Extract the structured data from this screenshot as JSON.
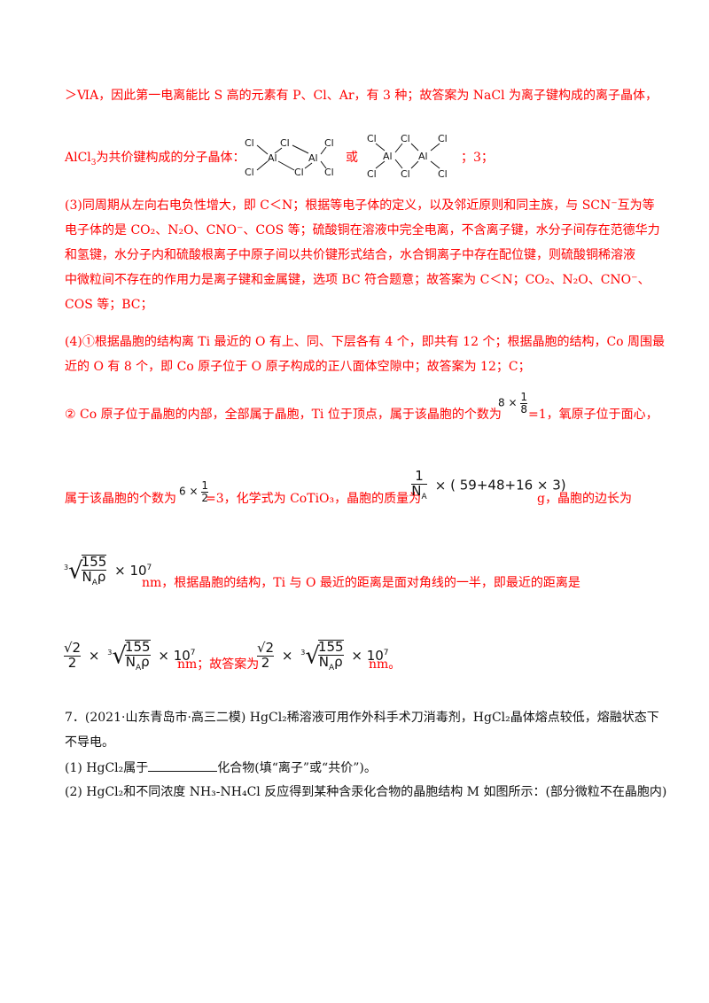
{
  "solution": {
    "line1": "＞ⅥA，因此第一电离能比 S 高的元素有 P、Cl、Ar，有 3 种；故答案为 NaCl 为离子键构成的离子晶体，",
    "line2_pre": "AlCl",
    "line2_sub": "3",
    "line2_post": "为共价键构成的分子晶体：",
    "or_text": "或",
    "line2_end": "；3；",
    "p3": [
      "(3)同周期从左向右电负性增大，即 C＜N；根据等电子体的定义，以及邻近原则和同主族，与 SCN⁻互为等",
      "电子体的是 CO₂、N₂O、CNO⁻、COS 等；硫酸铜在溶液中完全电离，不含离子键，水分子间存在范德华力",
      "和氢键，水分子内和硫酸根离子中原子间以共价键形式结合，水合铜离子中存在配位键，则硫酸铜稀溶液",
      "中微粒间不存在的作用力是离子键和金属键，选项 BC 符合题意；故答案为 C＜N；CO₂、N₂O、CNO⁻、",
      "COS 等；BC；"
    ],
    "p4": [
      "(4)①根据晶胞的结构离 Ti 最近的 O 有上、同、下层各有 4 个，即共有 12 个；根据晶胞的结构，Co 周围最",
      "近的 O 有 8 个，即 Co 原子位于 O 原子构成的正八面体空隙中；故答案为 12；C；"
    ],
    "p5_pre": "② Co 原子位于晶胞的内部，全部属于晶胞，Ti 位于顶点，属于该晶胞的个数为",
    "p5_post": "=1，氧原子位于面心，",
    "p6_pre": "属于该晶胞的个数为",
    "p6_mid": "=3，化学式为 CoTiO₃，晶胞的质量为",
    "p6_post": "g，晶胞的边长为",
    "p7_post": "nm，根据晶胞的结构，Ti 与 O 最近的距离是面对角线的一半，即最近的距离是",
    "p8_mid": "nm；故答案为",
    "p8_end": "nm。"
  },
  "math": {
    "eight": "8",
    "times": "×",
    "one": "1",
    "six": "6",
    "two": "2",
    "na": "N",
    "na_sub": "A",
    "mass_expr": "( 59+48+16 × 3)",
    "root_index": "3",
    "num155": "155",
    "rho": "ρ",
    "ten": "10",
    "exp7": "7",
    "sqrt2": "√2"
  },
  "question7": {
    "line1": "7．(2021·山东青岛市·高三二模) HgCl₂稀溶液可用作外科手术刀消毒剂，HgCl₂晶体熔点较低，熔融状态下",
    "line2": "不导电。",
    "q1_pre": "(1) HgCl₂属于",
    "q1_post": "化合物(填“离子”或“共价”)。",
    "q2": "(2) HgCl₂和不同浓度 NH₃-NH₄Cl 反应得到某种含汞化合物的晶胞结构 M 如图所示：(部分微粒不在晶胞内)"
  },
  "structure_labels": {
    "cl": "Cl",
    "al": "Al"
  }
}
